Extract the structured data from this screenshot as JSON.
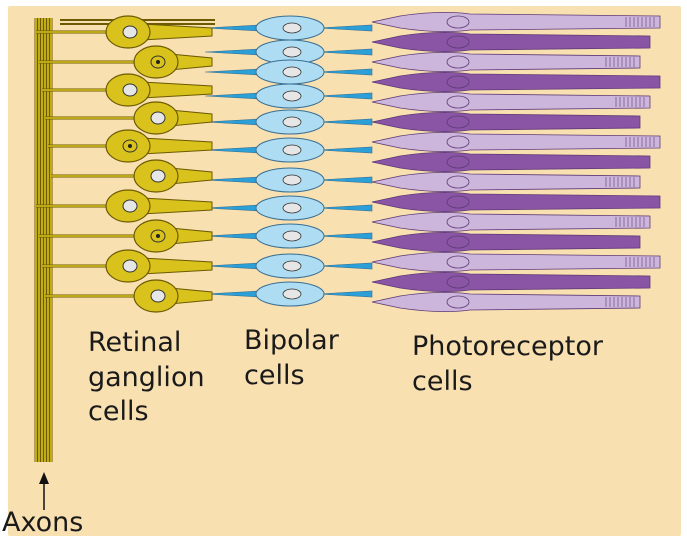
{
  "labels": {
    "ganglion": [
      "Retinal",
      "ganglion",
      "cells"
    ],
    "bipolar": [
      "Bipolar",
      "cells"
    ],
    "photoreceptor": [
      "Photoreceptor",
      "cells"
    ],
    "axons": "Axons"
  },
  "colors": {
    "background": "#f9e0b1",
    "frame": "#ffffff",
    "ganglion_fill": "#d9c21c",
    "ganglion_outline": "#6b5a00",
    "axon": "#d9c21c",
    "bipolar_fill": "#aedcf3",
    "bipolar_dark": "#2ba0d8",
    "bipolar_outline": "#3a6f92",
    "rod_light": "#cdb6db",
    "rod_dark": "#8a55a4",
    "photo_outline": "#5d3a77",
    "nucleus": "#e6e6e6"
  }
}
